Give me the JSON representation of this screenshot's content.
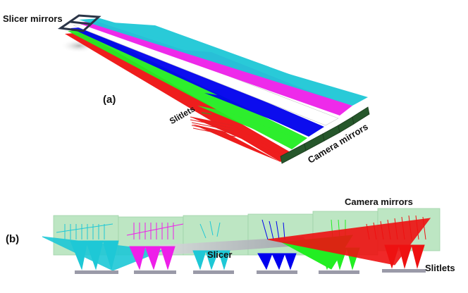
{
  "labels": {
    "slicer_mirrors": "Slicer mirrors",
    "panel_a": "(a)",
    "slitlets_a": "Slitlets",
    "camera_mirrors_a": "Camera mirrors",
    "camera_mirrors_b": "Camera mirrors",
    "panel_b": "(b)",
    "slicer_b": "Slicer",
    "slitlets_b": "Slitlets"
  },
  "beam_colors": [
    "#1ec8d6",
    "#ee1fe9",
    "#ffffff",
    "#0000ee",
    "#22ee22",
    "#ee1111"
  ],
  "colors": {
    "camera_mirror_panel": "#26572b",
    "camera_mirror_box": "#a8deb0",
    "slitlet_base": "#9a9aa8",
    "slicer_frame": "#2a3446"
  }
}
